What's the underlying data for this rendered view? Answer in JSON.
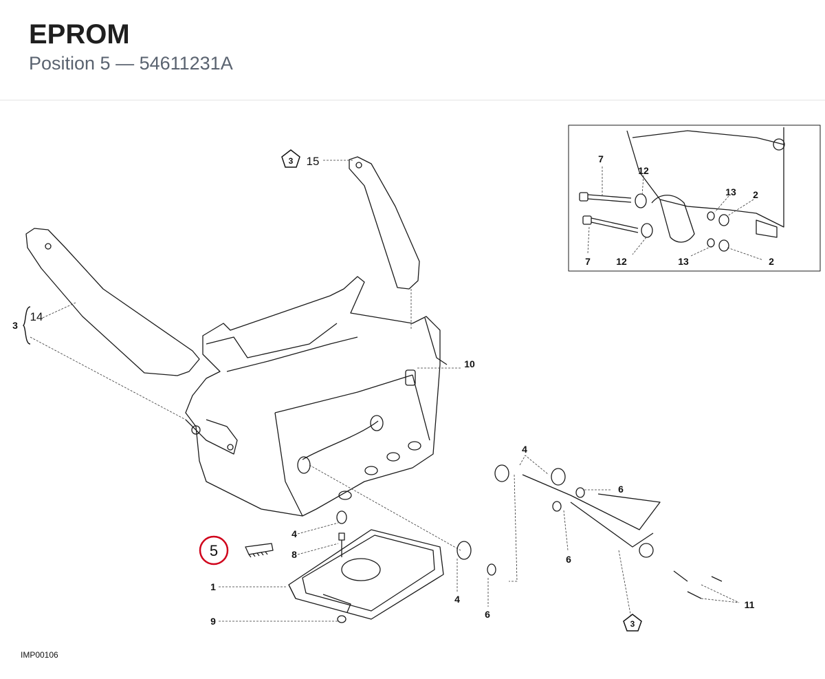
{
  "header": {
    "title": "EPROM",
    "subtitle": "Position 5 — 54611231A"
  },
  "image_id": "IMP00106",
  "highlight_color": "#d0021b",
  "callouts": {
    "c1": "1",
    "c2a": "2",
    "c2b": "2",
    "c3a": "3",
    "c3b": "3",
    "c3c": "3",
    "c4a": "4",
    "c4b": "4",
    "c4c": "4",
    "c5": "5",
    "c6a": "6",
    "c6b": "6",
    "c6c": "6",
    "c7a": "7",
    "c7b": "7",
    "c8": "8",
    "c9": "9",
    "c10": "10",
    "c11": "11",
    "c12a": "12",
    "c12b": "12",
    "c13a": "13",
    "c13b": "13",
    "c14": "14",
    "c15": "15"
  }
}
